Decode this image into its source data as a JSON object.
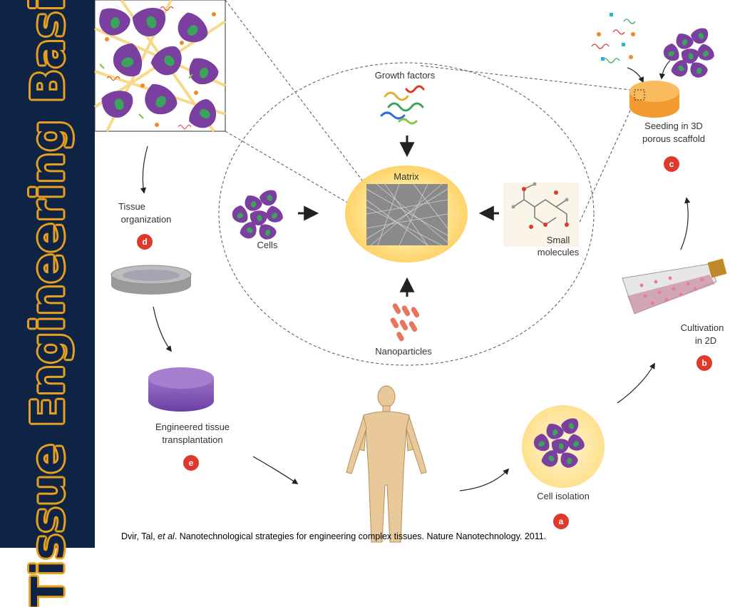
{
  "slide": {
    "title": "Tissue Engineering Basics"
  },
  "diagram": {
    "center_label": "Matrix",
    "inputs": {
      "growth_factors": "Growth factors",
      "cells": "Cells",
      "small_molecules_line1": "Small",
      "small_molecules_line2": "molecules",
      "nanoparticles": "Nanoparticles"
    },
    "steps": {
      "a": {
        "badge": "a",
        "line1": "Cell isolation"
      },
      "b": {
        "badge": "b",
        "line1": "Cultivation",
        "line2": "in 2D"
      },
      "c": {
        "badge": "c",
        "line1": "Seeding in 3D",
        "line2": "porous scaffold"
      },
      "d": {
        "badge": "d",
        "line1": "Tissue",
        "line2": "organization"
      },
      "e": {
        "badge": "e",
        "line1": "Engineered tissue",
        "line2": "transplantation"
      }
    }
  },
  "citation": {
    "authors": "Dvir, Tal, ",
    "etal": "et al",
    "rest": ". Nanotechnological strategies for engineering complex tissues. Nature Nanotechnology. 2011."
  },
  "colors": {
    "sidebar": "#0f2345",
    "title_outline": "#e6a01f",
    "badge": "#e0392b",
    "cell_purple": "#7b3fa0",
    "nucleus_green": "#3aa55a",
    "glow": "#ffe49a"
  }
}
